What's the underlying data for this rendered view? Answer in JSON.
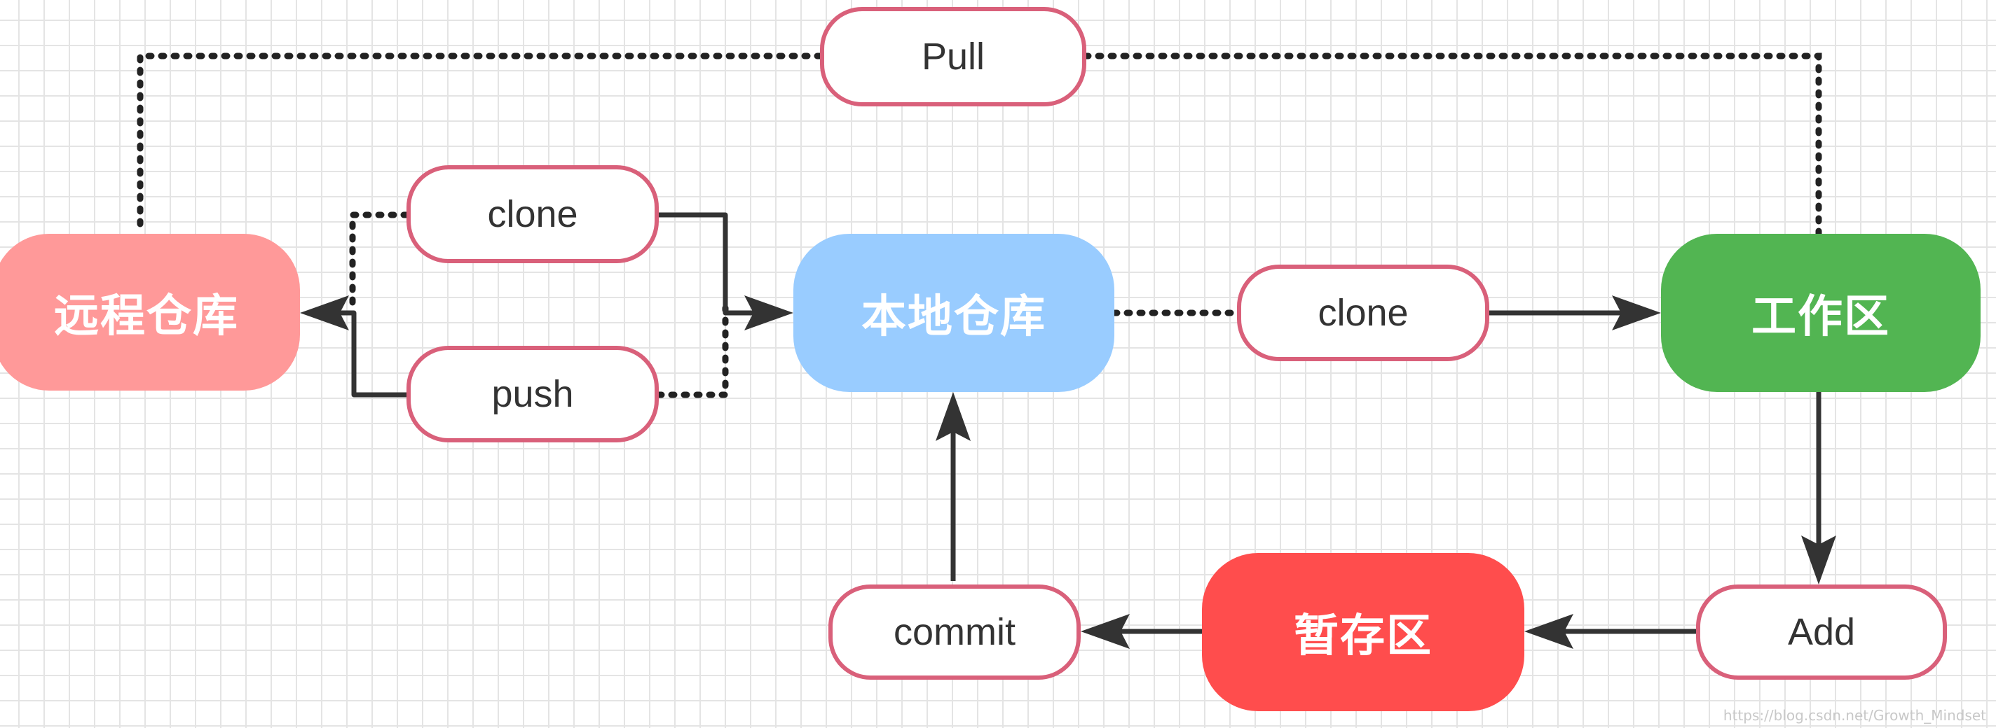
{
  "nodes": {
    "remote_repo": {
      "label": "远程仓库",
      "color": "#ff9999"
    },
    "local_repo": {
      "label": "本地仓库",
      "color": "#99ccff"
    },
    "working_dir": {
      "label": "工作区",
      "color": "#52b552"
    },
    "staging_area": {
      "label": "暂存区",
      "color": "#ff4d4d"
    }
  },
  "edge_labels": {
    "pull": "Pull",
    "clone_remote": "clone",
    "push": "push",
    "clone_local": "clone",
    "add": "Add",
    "commit": "commit"
  },
  "colors": {
    "label_border": "#d9607a",
    "line": "#333333"
  },
  "watermark": "https://blog.csdn.net/Growth_Mindset"
}
